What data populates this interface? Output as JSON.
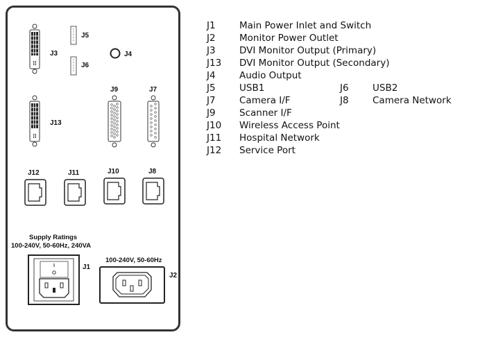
{
  "panel": {
    "connectors": {
      "J3": "J3",
      "J5": "J5",
      "J6": "J6",
      "J4": "J4",
      "J13": "J13",
      "J9": "J9",
      "J7": "J7",
      "J12": "J12",
      "J11": "J11",
      "J10": "J10",
      "J8": "J8",
      "J1": "J1",
      "J2": "J2"
    },
    "supply_title": "Supply Ratings",
    "supply_rating": "100-240V, 50-60Hz, 240VA",
    "outlet_rating": "100-240V, 50-60Hz",
    "switch_on": "I",
    "switch_off": "O"
  },
  "legend": [
    {
      "id": "J1",
      "desc": "Main Power Inlet and Switch"
    },
    {
      "id": "J2",
      "desc": "Monitor Power Outlet"
    },
    {
      "id": "J3",
      "desc": "DVI Monitor Output (Primary)"
    },
    {
      "id": "J13",
      "desc": "DVI Monitor Output (Secondary)"
    },
    {
      "id": "J4",
      "desc": "Audio Output"
    },
    {
      "id": "J5",
      "desc": "USB1",
      "id2": "J6",
      "desc2": "USB2"
    },
    {
      "id": "J7",
      "desc": "Camera I/F",
      "id2": "J8",
      "desc2": "Camera Network"
    },
    {
      "id": "J9",
      "desc": "Scanner I/F"
    },
    {
      "id": "J10",
      "desc": "Wireless Access Point"
    },
    {
      "id": "J11",
      "desc": "Hospital Network"
    },
    {
      "id": "J12",
      "desc": "Service Port"
    }
  ]
}
